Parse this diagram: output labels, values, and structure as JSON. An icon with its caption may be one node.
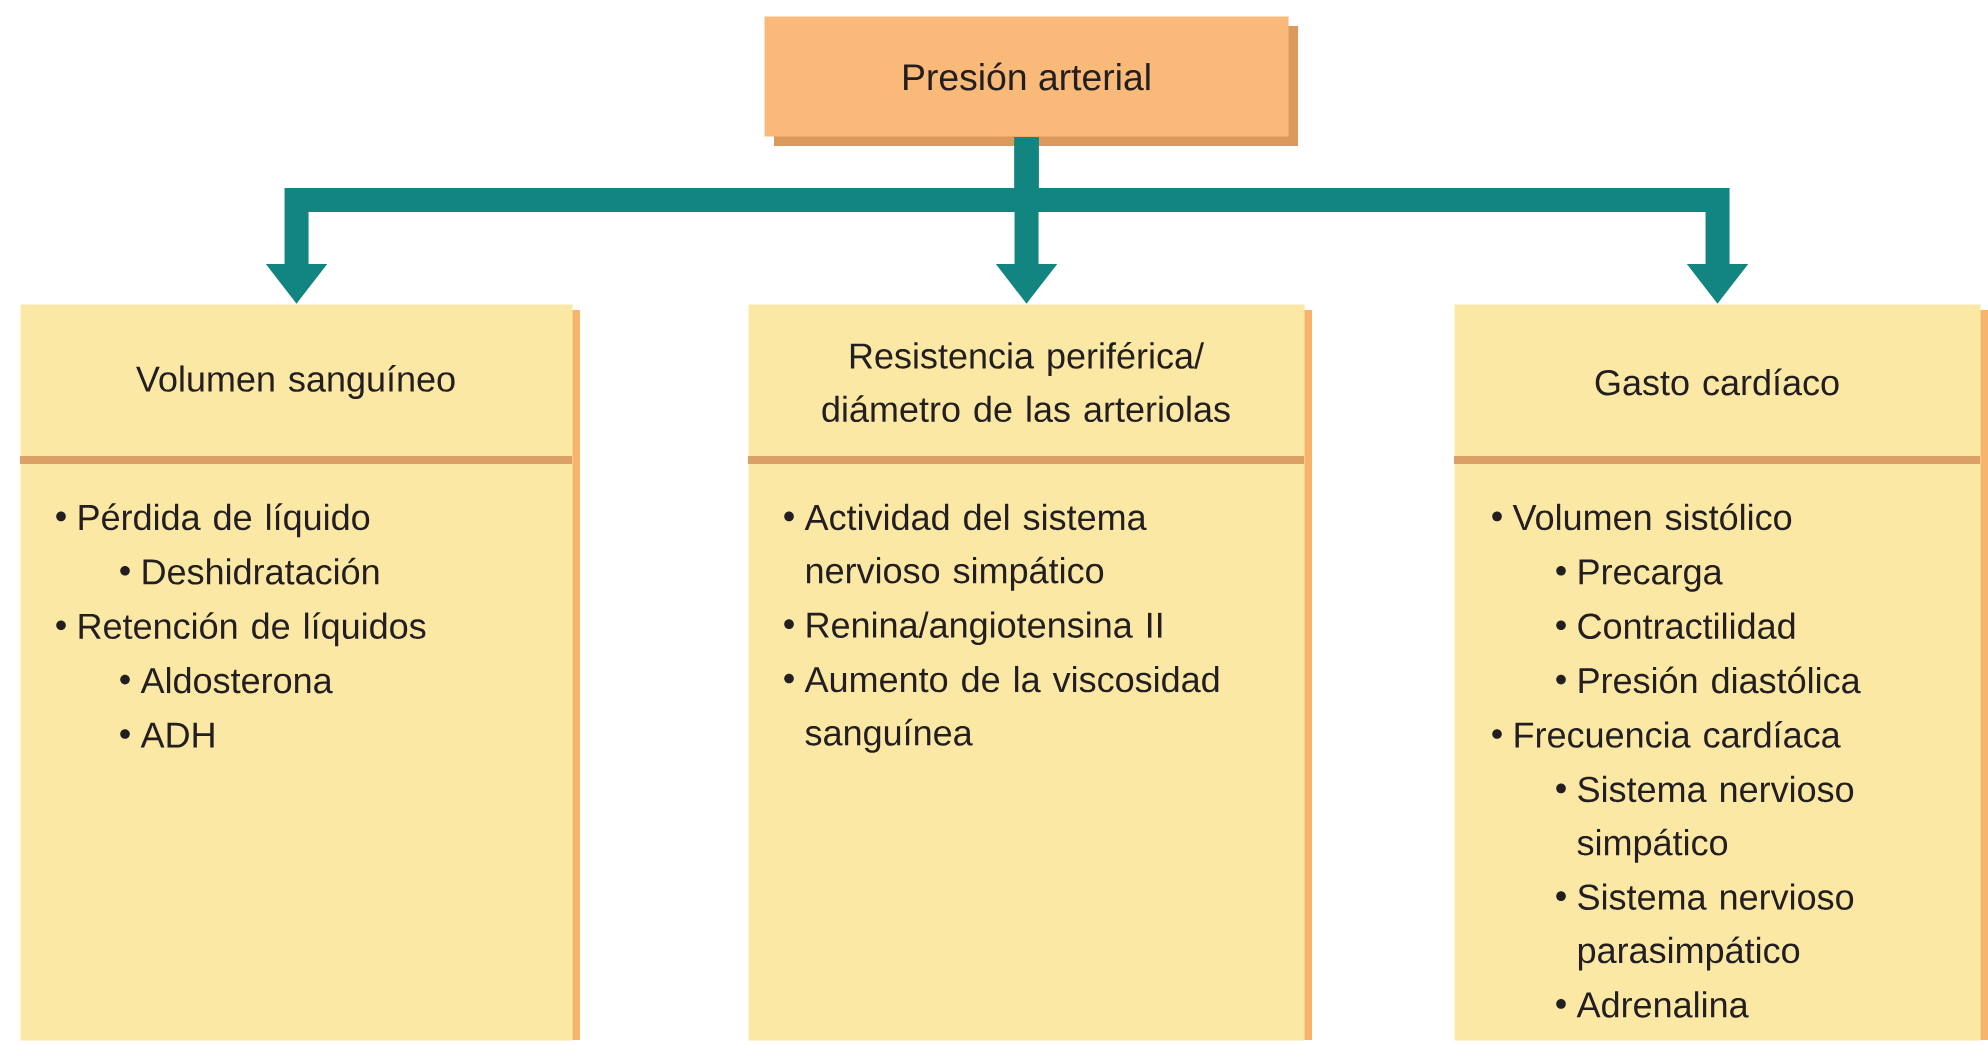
{
  "diagram": {
    "nodes": [
      {
        "text": [
          "Presión arterial"
        ]
      },
      {
        "text": [
          "Volumen sanguíneo",
          "Pérdida de líquido",
          "Deshidratación",
          "Retención de líquidos",
          "Aldosterona",
          "ADH"
        ]
      },
      {
        "text": [
          "Resistencia periférica/ diámetro de las arteriolas",
          "Actividad del sistema nervioso simpático",
          "Renina/angiotensina II",
          "Aumento de la viscosidad sanguínea"
        ]
      },
      {
        "text": [
          "Gasto cardíaco",
          "Volumen sistólico",
          "Precarga",
          "Contractilidad",
          "Presión diastólica",
          "Frecuencia cardíaca",
          "Sistema nervioso simpático",
          "Sistema nervioso parasimpático",
          "Adrenalina"
        ]
      }
    ],
    "edges": [
      {
        "from": 0,
        "to": 1,
        "arrow": "to"
      },
      {
        "from": 0,
        "to": 2,
        "arrow": "to"
      },
      {
        "from": 0,
        "to": 3,
        "arrow": "to"
      }
    ]
  }
}
